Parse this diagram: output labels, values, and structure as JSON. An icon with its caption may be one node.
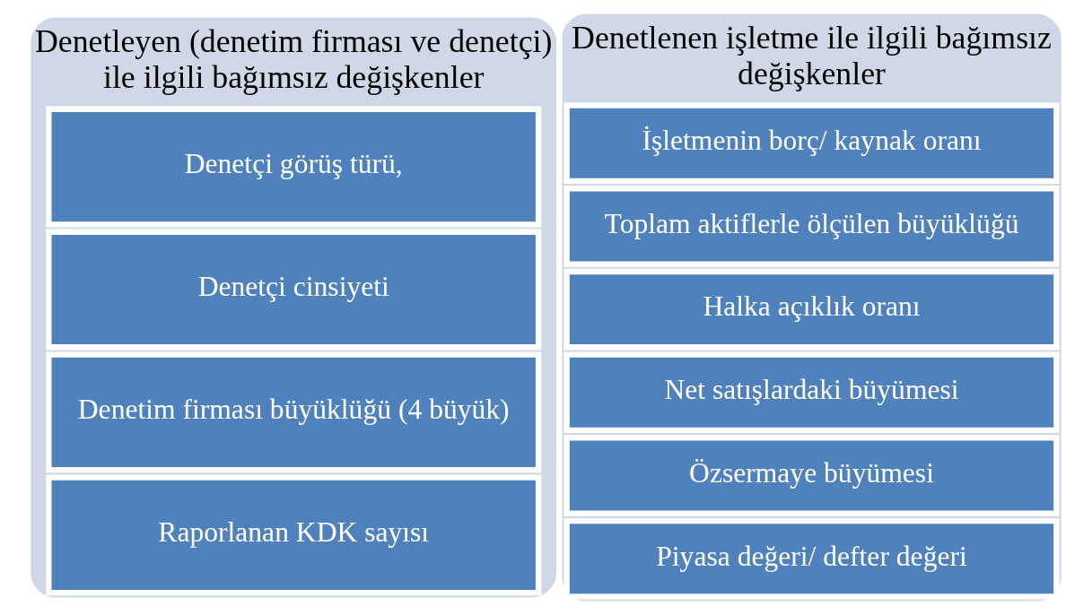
{
  "diagram": {
    "nodes": [
      {
        "text": [
          "Denetlenen işletme ile ilgili bağımsız değişkenler"
        ]
      },
      {
        "text": [
          "İşletmenin borç/ kaynak oranı"
        ],
        "in": 0
      },
      {
        "text": [
          "Toplam aktiflerle ölçülen büyüklüğü"
        ],
        "in": 0
      },
      {
        "text": [
          "Halka açıklık oranı"
        ],
        "in": 0
      },
      {
        "text": [
          "Net satışlardaki büyümesi"
        ],
        "in": 0
      },
      {
        "text": [
          "Özsermaye büyümesi"
        ],
        "in": 0
      },
      {
        "text": [
          "Piyasa değeri/ defter değeri"
        ],
        "in": 0
      },
      {
        "text": [
          "Denetleyen (denetim firması ve denetçi) ile ilgili bağımsız değişkenler"
        ]
      },
      {
        "text": [
          "Denetçi görüş türü,"
        ],
        "in": 7
      },
      {
        "text": [
          "Denetçi cinsiyeti"
        ],
        "in": 7
      },
      {
        "text": [
          "Denetim firması büyüklüğü (4 büyük)"
        ],
        "in": 7
      },
      {
        "text": [
          "Raporlanan KDK sayısı"
        ],
        "in": 7
      }
    ],
    "edges": []
  }
}
